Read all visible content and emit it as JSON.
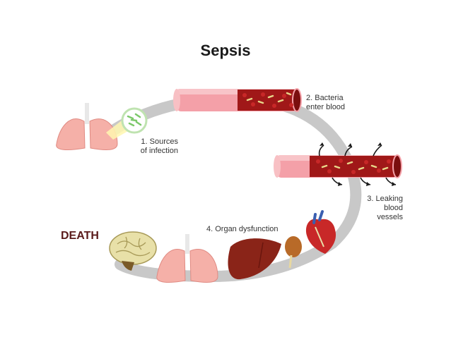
{
  "diagram": {
    "title": "Sepsis",
    "end_state": "DEATH",
    "stages": [
      {
        "label": "1. Sources\nof infection",
        "icon": "lungs-infection-icon"
      },
      {
        "label": "2. Bacteria\nenter blood",
        "icon": "blood-vessel-bacteria-icon"
      },
      {
        "label": "3. Leaking\nblood\nvessels",
        "icon": "leaking-vessel-icon"
      },
      {
        "label": "4. Organ dysfunction",
        "icon": "organs-icon"
      }
    ],
    "colors": {
      "ring": "#c8c8c8",
      "vessel_outer": "#f4a0a8",
      "blood": "#a01818",
      "bacteria": "#e8d88a",
      "lung": "#f5b0a8",
      "liver": "#8a2418",
      "heart": "#c82828",
      "brain": "#e8e0a8"
    }
  }
}
